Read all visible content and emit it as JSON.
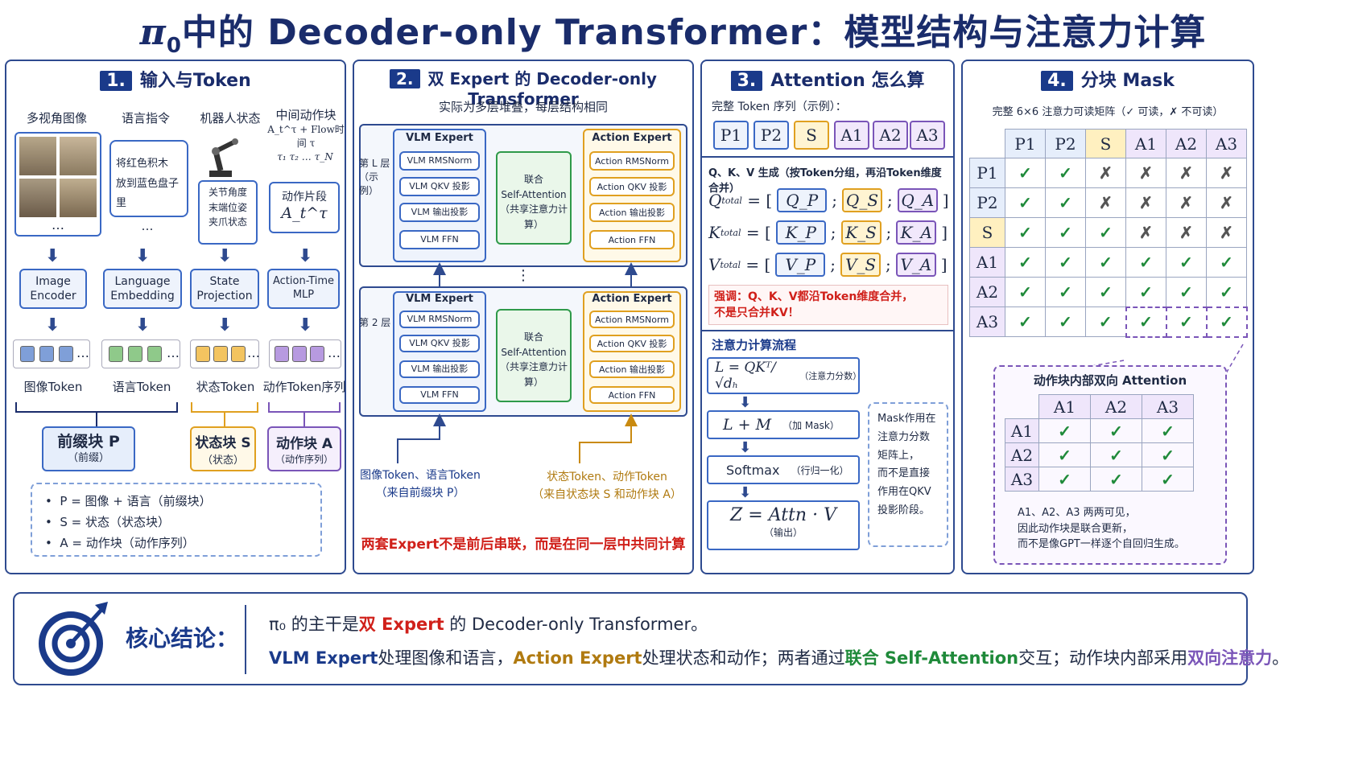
{
  "title": {
    "pi": "π",
    "sub": "0",
    "rest": "中的 Decoder-only Transformer：模型结构与注意力计算"
  },
  "panel1": {
    "num": "1.",
    "title": "输入与Token",
    "cols": [
      "多视角图像",
      "语言指令",
      "机器人状态",
      "中间动作块"
    ],
    "col4_sub": "A_t^τ + Flow时间 τ",
    "instruction": "将红色积木\n放到蓝色盘子里",
    "state_list": "关节角度\n末端位姿\n夹爪状态",
    "tau_row": "τ₁  τ₂  …  τ_N",
    "action_seg": "动作片段",
    "action_sym": "A_t^τ",
    "encoders": [
      "Image\nEncoder",
      "Language\nEmbedding",
      "State\nProjection",
      "Action-Time\nMLP"
    ],
    "token_labels": [
      "图像Token",
      "语言Token",
      "状态Token",
      "动作Token序列"
    ],
    "blocks": [
      {
        "name": "前缀块 P",
        "sub": "（前缀）"
      },
      {
        "name": "状态块 S",
        "sub": "（状态）"
      },
      {
        "name": "动作块 A",
        "sub": "（动作序列）"
      }
    ],
    "legend": [
      "P = 图像 + 语言（前缀块）",
      "S = 状态（状态块）",
      "A = 动作块（动作序列）"
    ],
    "dots": "…"
  },
  "panel2": {
    "num": "2.",
    "title": "双 Expert 的 Decoder-only Transformer",
    "subtitle": "实际为多层堆叠，每层结构相同",
    "layer_top": "第 L 层\n（示例）",
    "layer_bottom": "第 2 层",
    "vlm_title": "VLM Expert",
    "vlm_items": [
      "VLM RMSNorm",
      "VLM QKV 投影",
      "VLM 输出投影",
      "VLM FFN"
    ],
    "act_title": "Action Expert",
    "act_items": [
      "Action RMSNorm",
      "Action QKV 投影",
      "Action 输出投影",
      "Action FFN"
    ],
    "joint": "联合\nSelf-Attention\n（共享注意力计算）",
    "vdots": "⋮",
    "left_in": "图像Token、语言Token\n（来自前缀块 P）",
    "right_in": "状态Token、动作Token\n（来自状态块 S 和动作块 A）",
    "note": "两套Expert不是前后串联，而是在同一层中共同计算"
  },
  "panel3": {
    "num": "3.",
    "title": "Attention 怎么算",
    "seq_label": "完整 Token 序列（示例）：",
    "seq": [
      "P1",
      "P2",
      "S",
      "A1",
      "A2",
      "A3"
    ],
    "qkv_title": "Q、K、V 生成（按Token分组，再沿Token维度合并）",
    "rows": [
      {
        "l": "Q",
        "items": [
          "Q_P",
          "Q_S",
          "Q_A"
        ]
      },
      {
        "l": "K",
        "items": [
          "K_P",
          "K_S",
          "K_A"
        ]
      },
      {
        "l": "V",
        "items": [
          "V_P",
          "V_S",
          "V_A"
        ]
      }
    ],
    "total": "total",
    "emph": "强调：Q、K、V都沿Token维度合并，\n不是只合并KV！",
    "flow_title": "注意力计算流程",
    "flow": [
      {
        "f": "L = QKᵀ/√dₕ",
        "n": "（注意力分数）"
      },
      {
        "f": "L + M",
        "n": "（加 Mask）"
      },
      {
        "f": "Softmax",
        "n": "（行归一化）"
      },
      {
        "f": "Z = Attn · V",
        "n": "（输出）"
      }
    ],
    "side_note": "Mask作用在\n注意力分数\n矩阵上，\n而不是直接\n作用在QKV\n投影阶段。"
  },
  "panel4": {
    "num": "4.",
    "title": "分块 Mask",
    "subtitle": "完整 6×6 注意力可读矩阵（✓ 可读，✗ 不可读）",
    "headers": [
      "P1",
      "P2",
      "S",
      "A1",
      "A2",
      "A3"
    ],
    "matrix": [
      [
        1,
        1,
        0,
        0,
        0,
        0
      ],
      [
        1,
        1,
        0,
        0,
        0,
        0
      ],
      [
        1,
        1,
        1,
        0,
        0,
        0
      ],
      [
        1,
        1,
        1,
        1,
        1,
        1
      ],
      [
        1,
        1,
        1,
        1,
        1,
        1
      ],
      [
        1,
        1,
        1,
        1,
        1,
        1
      ]
    ],
    "inner_title": "动作块内部双向 Attention",
    "inner_headers": [
      "A1",
      "A2",
      "A3"
    ],
    "inner_note": "A1、A2、A3 两两可见，\n因此动作块是联合更新，\n而不是像GPT一样逐个自回归生成。"
  },
  "conclusion": {
    "label": "核心结论：",
    "l1a": "π₀ 的主干是",
    "l1b": "双 Expert",
    "l1c": " 的 Decoder-only Transformer。",
    "l2a": "VLM Expert",
    "l2b": "处理图像和语言，",
    "l2c": "Action Expert",
    "l2d": "处理状态和动作；两者通过",
    "l2e": "联合 Self-Attention",
    "l2f": "交互；动作块内部采用",
    "l2g": "双向注意力",
    "l2h": "。"
  },
  "colors": {
    "navy": "#1a2c6b",
    "blue": "#3a68c4",
    "orange": "#e0a020",
    "purple": "#7a55b8",
    "green": "#1f8a3a",
    "red": "#d0201a"
  }
}
